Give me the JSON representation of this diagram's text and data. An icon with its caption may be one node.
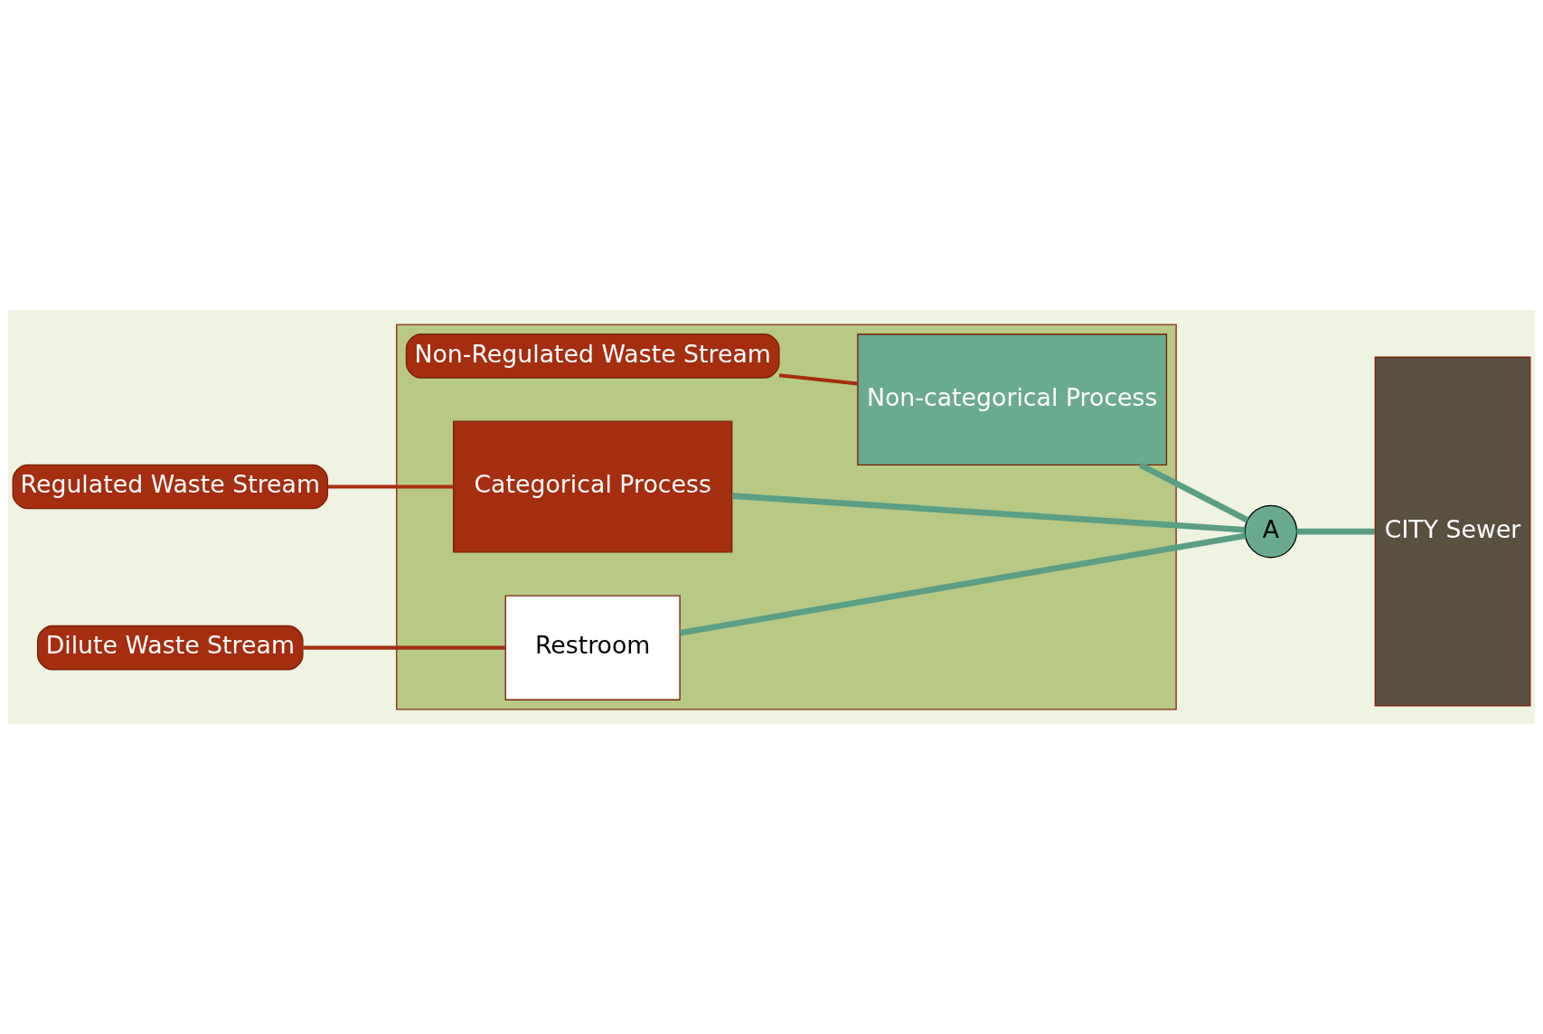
{
  "diagram": {
    "nodes": [
      {
        "text": [],
        "shape": "box"
      },
      {
        "text": [
          "Categorical Process"
        ],
        "in": 0
      },
      {
        "text": [
          "Non-categorical Process"
        ],
        "in": 0
      },
      {
        "text": [
          "Restroom"
        ],
        "in": 0
      },
      {
        "text": [
          "Regulated Waste Stream"
        ]
      },
      {
        "text": [
          "Non-Regulated Waste Stream"
        ],
        "in": 0
      },
      {
        "text": [
          "Dilute Waste Stream"
        ]
      },
      {
        "text": [
          "A"
        ]
      },
      {
        "text": [
          "CITY Sewer"
        ]
      }
    ],
    "edges": [
      {
        "from": 4,
        "to": 1,
        "arrow": "none",
        "color": "#a52d10"
      },
      {
        "from": 5,
        "to": 2,
        "arrow": "none",
        "color": "#a52d10"
      },
      {
        "from": 6,
        "to": 3,
        "arrow": "none",
        "color": "#a52d10"
      },
      {
        "from": 1,
        "to": 7,
        "arrow": "none"
      },
      {
        "from": 2,
        "to": 7,
        "arrow": "none"
      },
      {
        "from": 3,
        "to": 7,
        "arrow": "none"
      },
      {
        "from": 7,
        "to": 8,
        "arrow": "none"
      }
    ]
  }
}
